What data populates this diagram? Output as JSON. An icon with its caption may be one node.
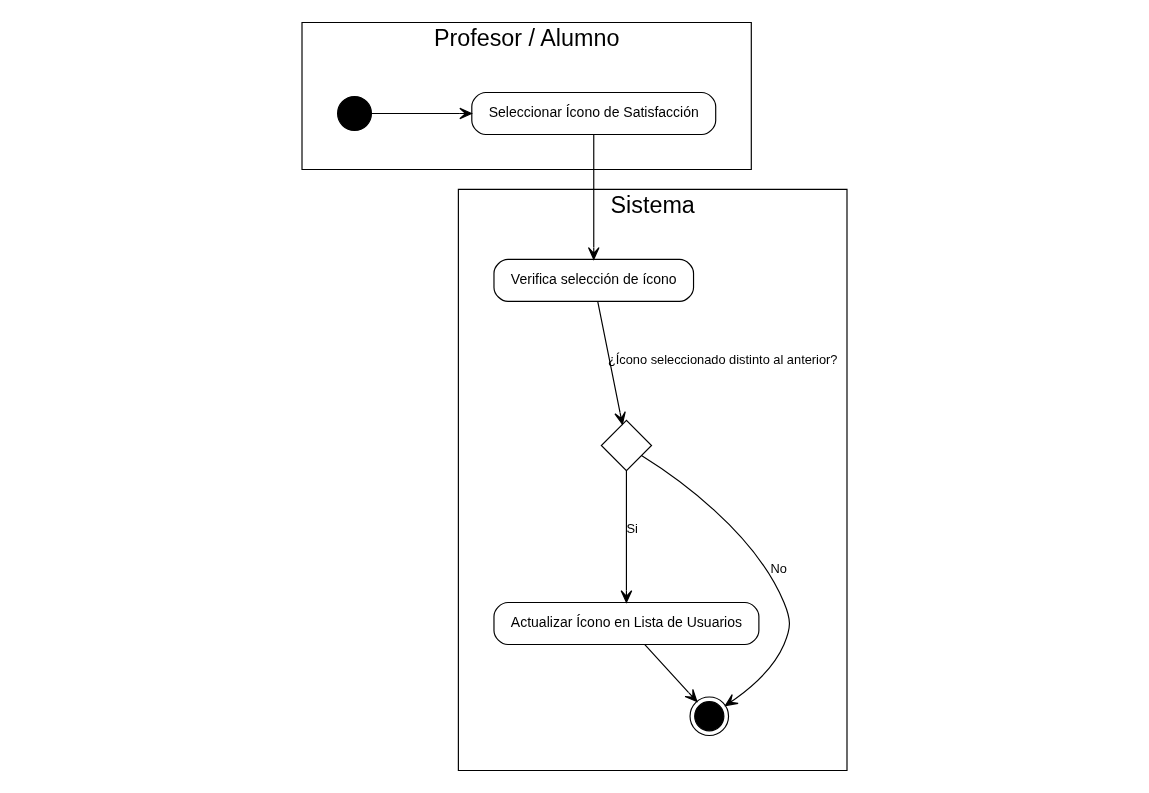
{
  "diagram": {
    "nodes": [
      {
        "text": [
          "Profesor / Alumno"
        ]
      },
      {
        "text": [
          "Sistema"
        ]
      },
      {
        "text": [],
        "shape": "circle",
        "in": 0
      },
      {
        "text": [
          "Seleccionar Ícono de Satisfacción"
        ],
        "in": 0
      },
      {
        "text": [
          "Verifica selección de ícono"
        ],
        "in": 1
      },
      {
        "text": [],
        "shape": "diamond",
        "in": 1
      },
      {
        "text": [
          "Actualizar Ícono en Lista de Usuarios"
        ],
        "in": 1
      },
      {
        "text": [],
        "shape": "circle",
        "in": 1
      }
    ],
    "edges": [
      {
        "from": 2,
        "to": 3,
        "arrow": "to"
      },
      {
        "from": 3,
        "to": 4,
        "arrow": "to"
      },
      {
        "from": 4,
        "to": 5,
        "arrow": "to",
        "label": "¿Ícono seleccionado distinto al anterior?"
      },
      {
        "from": 5,
        "to": 7,
        "arrow": "to",
        "label": "No"
      },
      {
        "from": 5,
        "to": 6,
        "arrow": "to",
        "label": "Si"
      },
      {
        "from": 6,
        "to": 7,
        "arrow": "to"
      }
    ]
  }
}
